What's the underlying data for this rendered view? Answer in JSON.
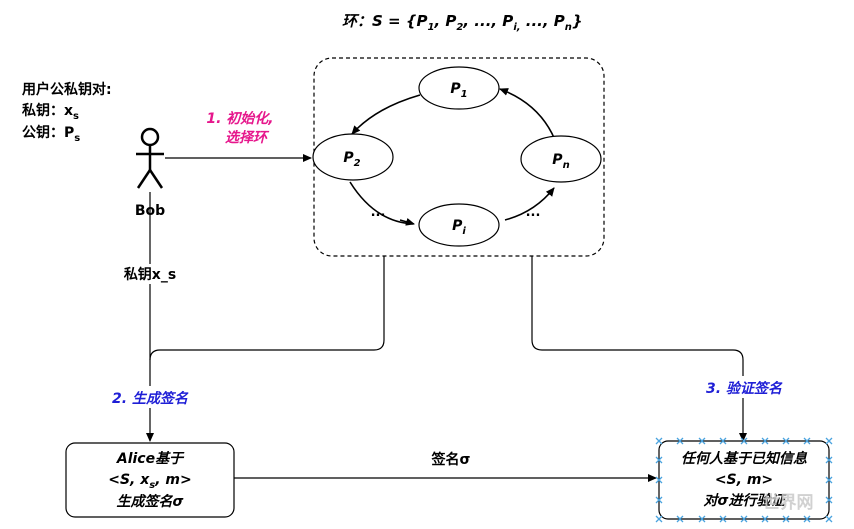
{
  "ring": {
    "title_prefix": "环：",
    "title_set": "S = {P",
    "title_s1": "1",
    "title_c1": ", P",
    "title_s2": "2",
    "title_c2": ", ..., P",
    "title_si": "i,",
    "title_c3": " ..., P",
    "title_sn": "n",
    "title_end": "}",
    "nodes": {
      "p1": {
        "base": "P",
        "sub": "1"
      },
      "p2": {
        "base": "P",
        "sub": "2"
      },
      "pi": {
        "base": "P",
        "sub": "i"
      },
      "pn": {
        "base": "P",
        "sub": "n"
      }
    },
    "ellipsis_left": "...",
    "ellipsis_right": "..."
  },
  "keypair": {
    "heading": "用户公私钥对:",
    "private_label": "私钥：",
    "private_base": "x",
    "private_sub": "s",
    "public_label": "公钥：",
    "public_base": "P",
    "public_sub": "s"
  },
  "bob": {
    "name": "Bob"
  },
  "steps": {
    "step1_line1": "1. 初始化,",
    "step1_line2": "选择环",
    "step2": "2.  生成签名",
    "step3": "3.  验证签名"
  },
  "edges": {
    "private_key": "私钥x_s",
    "signature": "签名σ"
  },
  "boxes": {
    "sign": {
      "line1": "Alice基于",
      "line2_a": "<S, x",
      "line2_sub": "s",
      "line2_b": ", m>",
      "line3": "生成签名σ"
    },
    "verify": {
      "line1": "任何人基于已知信息",
      "line2": "<S, m>",
      "line3": "对σ进行验证"
    }
  },
  "watermark": "世界网",
  "colors": {
    "step1": "#e6178c",
    "step2": "#1f1fd6",
    "step3": "#1f1fd6",
    "selection": "#4aa3df"
  }
}
